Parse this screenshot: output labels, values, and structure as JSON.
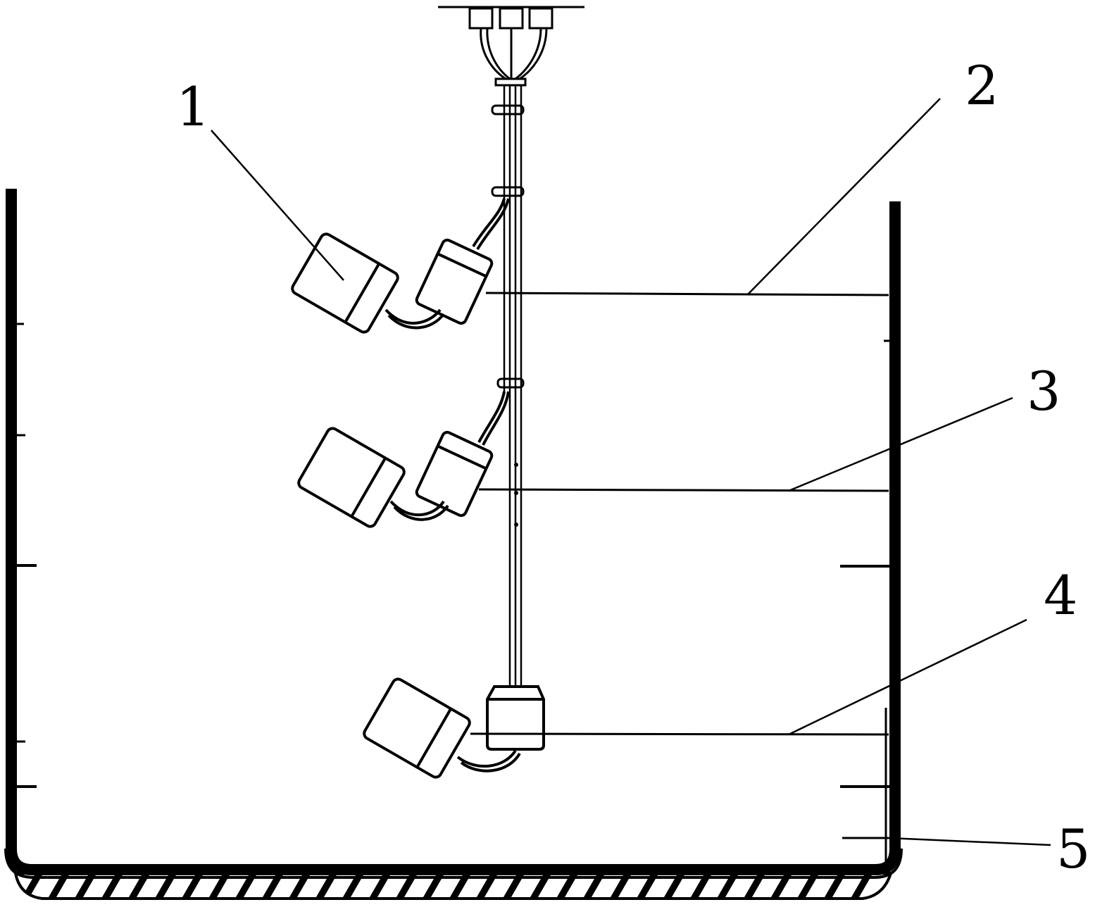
{
  "figure": {
    "labels": [
      {
        "id": "label-1",
        "text": "1"
      },
      {
        "id": "label-2",
        "text": "2"
      },
      {
        "id": "label-3",
        "text": "3"
      },
      {
        "id": "label-4",
        "text": "4"
      },
      {
        "id": "label-5",
        "text": "5"
      }
    ],
    "colors": {
      "line": "#000000",
      "background": "#ffffff"
    }
  }
}
